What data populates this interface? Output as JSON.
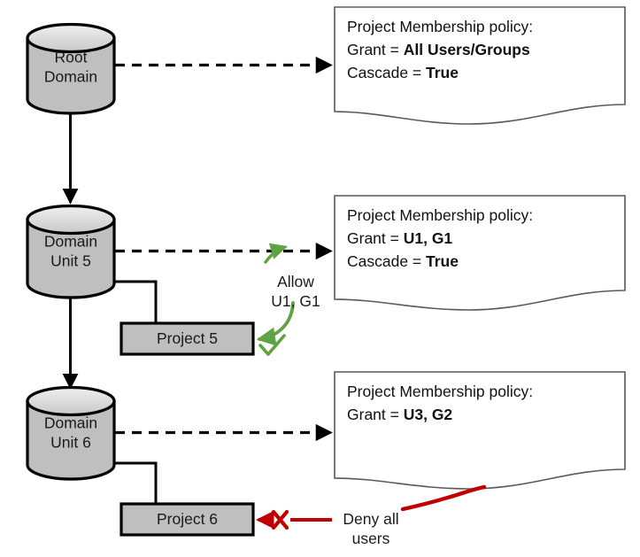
{
  "diagram": {
    "title": "Project Membership policy cascade diagram",
    "colors": {
      "node_fill": "#bfbfbf",
      "node_stroke": "#000000",
      "cylinder_top_fill": "#d6d6d6",
      "policy_fill": "#ffffff",
      "policy_stroke": "#4d4d4d",
      "allow_green": "#5fa343",
      "deny_red": "#c00000",
      "connector_black": "#000000",
      "background": "#ffffff"
    },
    "nodes": [
      {
        "id": "root-domain",
        "shape": "cylinder",
        "lines": [
          "Root",
          "Domain"
        ]
      },
      {
        "id": "domain-unit-5",
        "shape": "cylinder",
        "lines": [
          "Domain",
          "Unit 5"
        ]
      },
      {
        "id": "domain-unit-6",
        "shape": "cylinder",
        "lines": [
          "Domain",
          "Unit 6"
        ]
      },
      {
        "id": "project-5",
        "shape": "rectangle",
        "lines": [
          "Project 5"
        ]
      },
      {
        "id": "project-6",
        "shape": "rectangle",
        "lines": [
          "Project 6"
        ]
      }
    ],
    "policies": [
      {
        "id": "policy-root",
        "heading": "Project Membership policy:",
        "rows": [
          {
            "label": "Grant = ",
            "value": "All Users/Groups"
          },
          {
            "label": "Cascade = ",
            "value": "True"
          }
        ]
      },
      {
        "id": "policy-unit-5",
        "heading": "Project Membership policy:",
        "rows": [
          {
            "label": "Grant = ",
            "value": "U1, G1"
          },
          {
            "label": "Cascade = ",
            "value": "True"
          }
        ]
      },
      {
        "id": "policy-unit-6",
        "heading": "Project Membership policy:",
        "rows": [
          {
            "label": "Grant = ",
            "value": "U3, G2"
          }
        ]
      }
    ],
    "annotations": [
      {
        "id": "allow-note",
        "lines": [
          "Allow",
          "U1, G1"
        ],
        "color": "#5fa343",
        "kind": "allow"
      },
      {
        "id": "deny-note",
        "lines": [
          "Deny all",
          "users"
        ],
        "color": "#c00000",
        "kind": "deny"
      }
    ]
  }
}
